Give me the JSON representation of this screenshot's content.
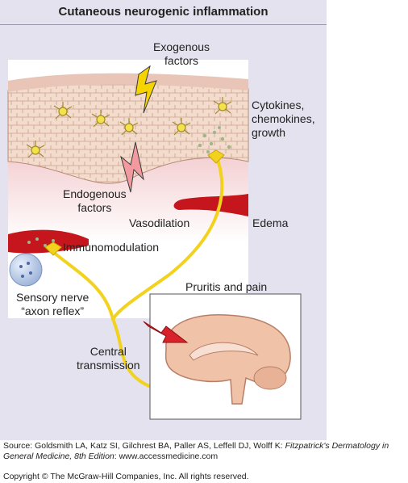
{
  "title": "Cutaneous neurogenic inflammation",
  "labels": {
    "exogenous": "Exogenous\nfactors",
    "cytokines": "Cytokines,\nchemokines,\ngrowth",
    "endogenous": "Endogenous\nfactors",
    "vasodilation": "Vasodilation",
    "edema": "Edema",
    "immunomodulation": "Immunomodulation",
    "pruritis": "Pruritis and pain",
    "sensory_nerve": "Sensory nerve\n“axon reflex”",
    "central": "Central\ntransmission"
  },
  "source": {
    "prefix": "Source: Goldsmith LA, Katz SI, Gilchrest BA, Paller AS, Leffell DJ, Wolff K: ",
    "book": "Fitzpatrick's Dermatology in General Medicine, 8th Edition",
    "suffix": ": www.accessmedicine.com"
  },
  "copyright": "Copyright © The McGraw-Hill Companies, Inc. All rights reserved.",
  "colors": {
    "panel": "#e3e2ee",
    "nerve": "#f2d21c",
    "vessel": "#c4161c",
    "skin": "#f1d3c6",
    "exogenous_bolt": "#f5d400",
    "endogenous_bolt": "#f29aa0"
  }
}
